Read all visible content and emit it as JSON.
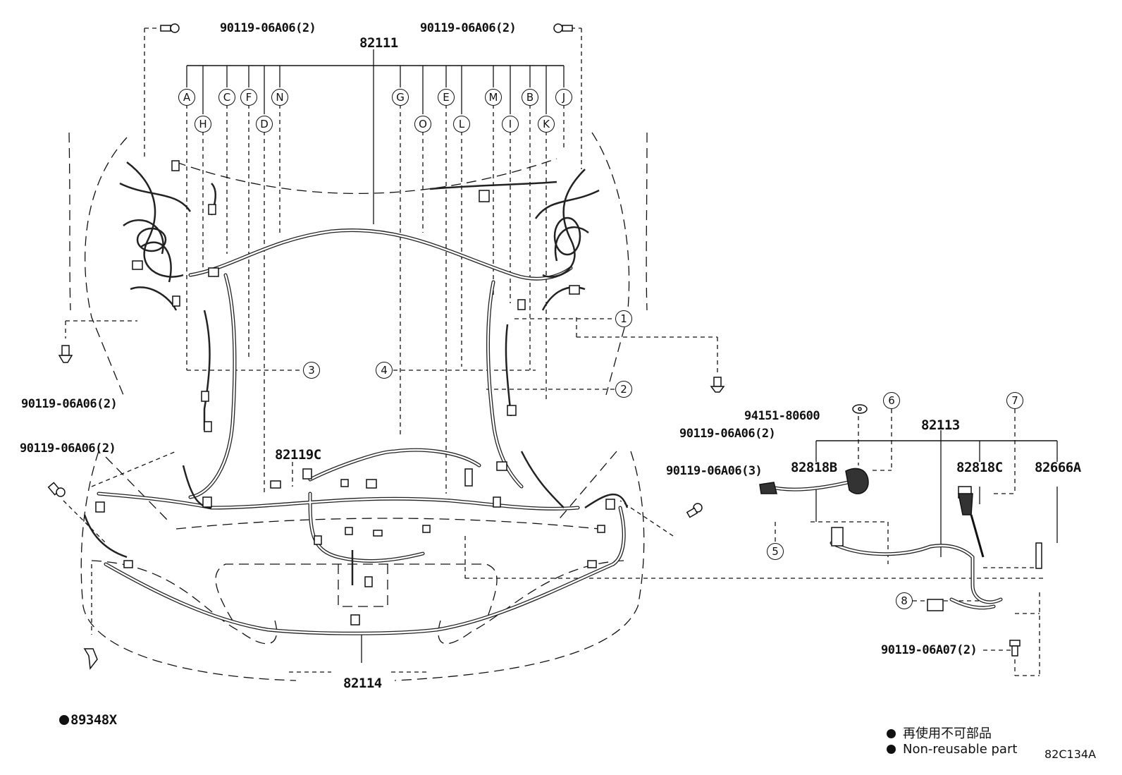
{
  "parts": {
    "p82111": "82111",
    "p82113": "82113",
    "p82114": "82114",
    "p82119C": "82119C",
    "p82818B": "82818B",
    "p82818C": "82818C",
    "p82666A": "82666A",
    "p89348X": "89348X",
    "p94151": "94151-80600",
    "bolt_tl": "90119-06A06(2)",
    "bolt_tr": "90119-06A06(2)",
    "bolt_l1": "90119-06A06(2)",
    "bolt_l2": "90119-06A06(2)",
    "bolt_r1": "90119-06A06(2)",
    "bolt_r2": "90119-06A06(3)",
    "bolt_07": "90119-06A07(2)"
  },
  "connector_letters_row1": [
    "A",
    "C",
    "F",
    "N",
    "G",
    "E",
    "M",
    "B",
    "J"
  ],
  "connector_letters_row2": [
    "H",
    "D",
    "O",
    "L",
    "I",
    "K"
  ],
  "numbers": [
    "1",
    "2",
    "3",
    "4",
    "5",
    "6",
    "7",
    "8"
  ],
  "legend": {
    "jp": "再使用不可部品",
    "en": "Non-reusable part"
  },
  "diagram_code": "82C134A"
}
